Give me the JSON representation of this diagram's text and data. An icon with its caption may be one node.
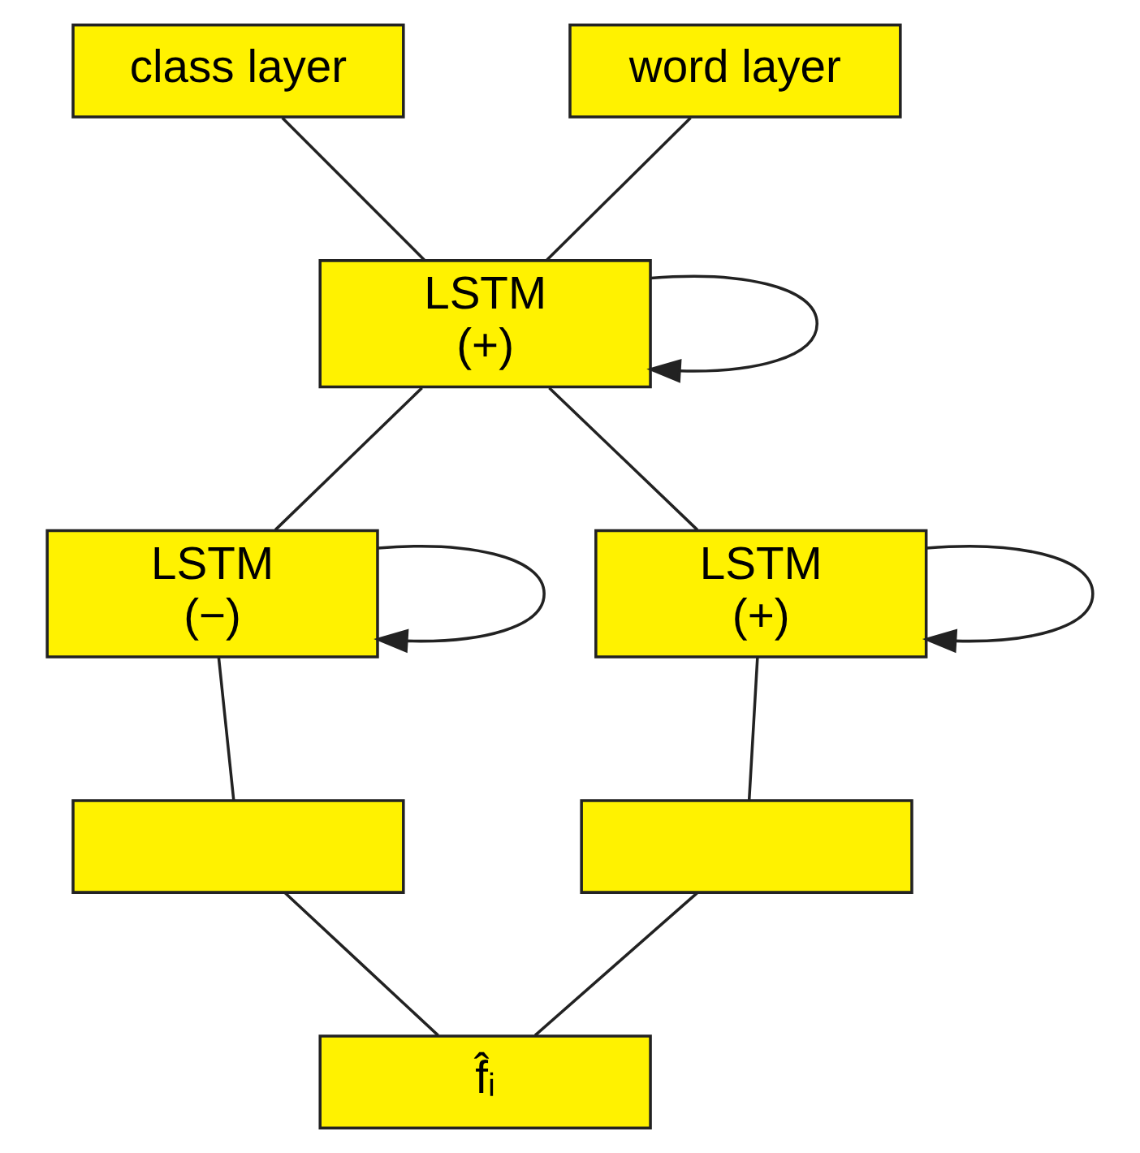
{
  "diagram": {
    "nodes": [
      {
        "text": [
          "class layer"
        ]
      },
      {
        "text": [
          "word layer"
        ]
      },
      {
        "text": [
          "LSTM",
          "(+)"
        ]
      },
      {
        "text": [
          "LSTM",
          "(−)"
        ]
      },
      {
        "text": [
          "LSTM",
          "(+)"
        ]
      },
      {
        "text": [],
        "shape": "box"
      },
      {
        "text": [],
        "shape": "box"
      },
      {
        "text": [
          "f̂ᵢ"
        ]
      }
    ],
    "edges": [
      {
        "from": 0,
        "to": 2,
        "arrow": "none"
      },
      {
        "from": 1,
        "to": 2,
        "arrow": "none"
      },
      {
        "from": 2,
        "to": 2,
        "arrow": "to"
      },
      {
        "from": 2,
        "to": 3,
        "arrow": "none"
      },
      {
        "from": 2,
        "to": 4,
        "arrow": "none"
      },
      {
        "from": 3,
        "to": 3,
        "arrow": "to"
      },
      {
        "from": 4,
        "to": 4,
        "arrow": "to"
      },
      {
        "from": 3,
        "to": 5,
        "arrow": "none"
      },
      {
        "from": 4,
        "to": 6,
        "arrow": "none"
      },
      {
        "from": 5,
        "to": 7,
        "arrow": "none"
      },
      {
        "from": 6,
        "to": 7,
        "arrow": "none"
      }
    ]
  }
}
